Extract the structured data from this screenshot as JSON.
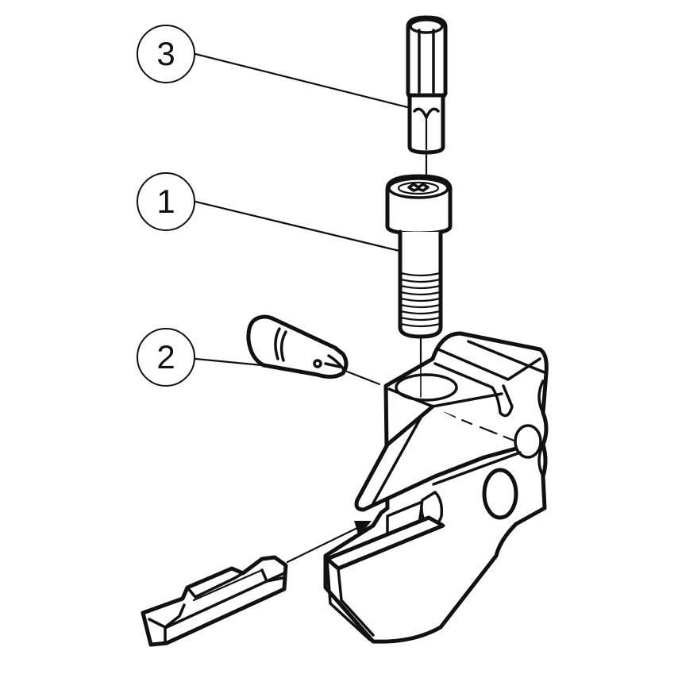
{
  "diagram": {
    "type": "exploded-assembly-view",
    "colors": {
      "ink": "#111111",
      "background": "#ffffff"
    },
    "callouts": [
      {
        "id": "callout-3",
        "label": "3",
        "part": "torx-key-bit"
      },
      {
        "id": "callout-1",
        "label": "1",
        "part": "clamp-screw"
      },
      {
        "id": "callout-2",
        "label": "2",
        "part": "coolant-nozzle-pin"
      }
    ],
    "parts": [
      "torx key bit",
      "clamp screw",
      "coolant nozzle pin",
      "tool holder body",
      "grooving insert"
    ],
    "annotations": {
      "insert_arrow": "insert direction into holder pocket"
    }
  }
}
